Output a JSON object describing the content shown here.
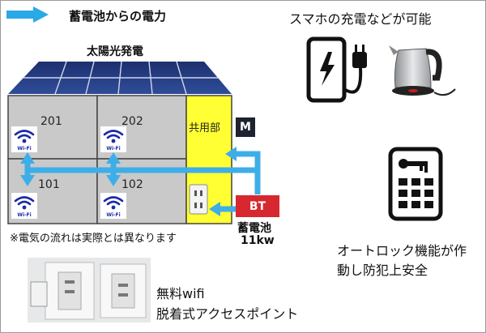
{
  "header": {
    "title": "蓄電池からの電力"
  },
  "solar": {
    "label": "太陽光発電"
  },
  "rooms": {
    "r201": "201",
    "r202": "202",
    "r101": "101",
    "r102": "102"
  },
  "common_area": {
    "label": "共用部"
  },
  "wifi_badge": "Wi-Fi",
  "meter": {
    "label": "M"
  },
  "battery": {
    "label": "BT",
    "name": "蓄電池",
    "capacity": "11kw"
  },
  "note": "※電気の流れは実際とは異なります",
  "smartphone_charge": "スマホの充電などが可能",
  "autolock": {
    "line1": "オートロック機能が作",
    "line2": "動し防犯上安全"
  },
  "wifi_ap": {
    "line1": "無料wifi",
    "line2": "脱着式アクセスポイント"
  },
  "colors": {
    "arrow": "#29a9e6",
    "flow": "#3eaee8",
    "common_area": "#ffff33",
    "room_fill": "#c9c9c9",
    "battery": "#d7282f",
    "wifi": "#1a2aa8"
  }
}
